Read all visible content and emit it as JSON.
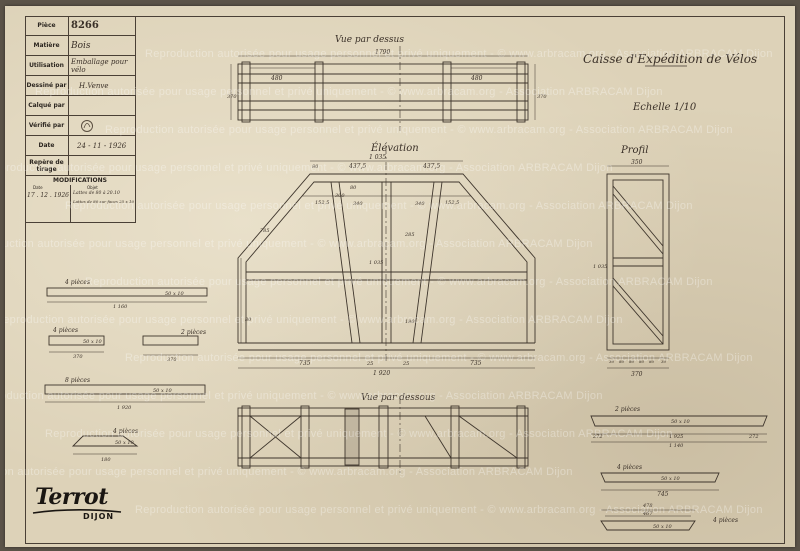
{
  "title_block": {
    "piece_label": "Pièce",
    "piece_value": "8266",
    "matiere_label": "Matière",
    "matiere_value": "Bois",
    "utilisation_label": "Utilisation",
    "utilisation_value": "Emballage pour vélo",
    "dessine_label": "Dessiné par",
    "dessine_value": "H.Venve",
    "calque_label": "Calqué par",
    "calque_value": "",
    "verifie_label": "Vérifié par",
    "verifie_value": "",
    "date_label": "Date",
    "date_value": "24 - 11 - 1926",
    "repere_label": "Repère de tirage",
    "repere_value": "",
    "modifications_label": "MODIFICATIONS",
    "mod_date_label": "Date",
    "mod_objet_label": "Objet",
    "mod_date_value": "17 . 12 . 1926",
    "mod_objet_line1": "Lattes de 80 à 20.10",
    "mod_objet_line2": "Lattes de 80 sur faces 25 x 10"
  },
  "drawing": {
    "title": "Caisse d'Expédition de Vélos",
    "scale": "Echelle 1/10",
    "views": {
      "top_view": "Vue par dessus",
      "elevation": "Élévation",
      "profile": "Profil",
      "bottom_view": "Vue par dessous"
    },
    "dimensions": {
      "top_overall": "1790",
      "top_left_inner": "480",
      "top_right_inner": "480",
      "top_height_left": "370",
      "top_height_right": "370",
      "elev_top_overall": "1 035",
      "elev_top_left": "80",
      "elev_top_mid1": "437,5",
      "elev_top_mid2": "437,5",
      "elev_top_inner": "80",
      "elev_sub_left": "152,5",
      "elev_sub_300": "300",
      "elev_sub_340a": "340",
      "elev_sub_340b": "340",
      "elev_sub_right": "152,5",
      "elev_diag": "785",
      "elev_height": "1 035",
      "elev_285": "285",
      "elev_180": "180",
      "elev_80": "80",
      "elev_bottom_735a": "735",
      "elev_bottom_25a": "25",
      "elev_bottom_25b": "25",
      "elev_bottom_735b": "735",
      "elev_bottom_overall": "1 920",
      "profile_top": "350",
      "profile_height": "1 035",
      "profile_bottom": "370",
      "profile_b1": "30",
      "profile_b2": "80",
      "profile_b3": "80",
      "profile_b4": "80",
      "profile_b5": "80",
      "profile_b6": "30"
    },
    "parts": {
      "p1_qty": "4 pièces",
      "p1_section": "50 x 10",
      "p1_len": "1 160",
      "p2_qty": "4 pièces",
      "p2_section": "50 x 10",
      "p2_len": "370",
      "p3_qty": "2 pièces",
      "p3_len": "370",
      "p4_qty": "8 pièces",
      "p4_section": "50 x 10",
      "p4_len": "1 920",
      "p5_qty": "4 pièces",
      "p5_section": "50 x 10",
      "p5_len": "180",
      "r1_qty": "2 pièces",
      "r1_section": "50 x 10",
      "r1_a": "272",
      "r1_b": "1 925",
      "r1_c": "1 140",
      "r1_d": "272",
      "r2_qty": "4 pièces",
      "r2_section": "50 x 10",
      "r2_len": "745",
      "r3_qty": "4 pièces",
      "r3_section": "50 x 10",
      "r3_a": "478",
      "r3_b": "467"
    }
  },
  "watermark": {
    "text": "Reproduction autorisée pour usage personnel et privé uniquement - © www.arbracam.org - Association ARBRACAM Dijon"
  },
  "logo": {
    "brand": "Terrot",
    "city": "DIJON"
  }
}
